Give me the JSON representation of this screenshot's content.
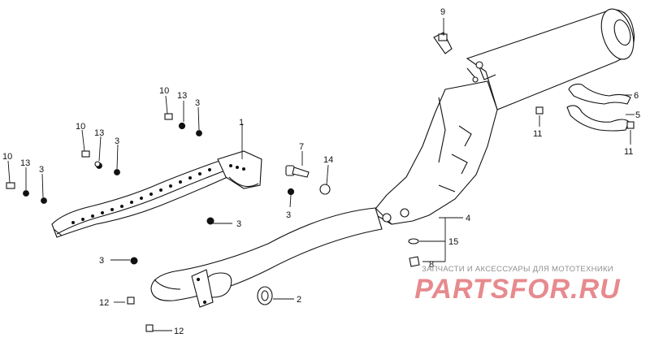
{
  "callouts": {
    "c1": "1",
    "c2": "2",
    "c3a": "3",
    "c3b": "3",
    "c3c": "3",
    "c3d": "3",
    "c3e": "3",
    "c3f": "3",
    "c4": "4",
    "c5": "5",
    "c6": "6",
    "c7": "7",
    "c8": "8",
    "c9": "9",
    "c10a": "10",
    "c10b": "10",
    "c10c": "10",
    "c11a": "11",
    "c11b": "11",
    "c12a": "12",
    "c12b": "12",
    "c13a": "13",
    "c13b": "13",
    "c13c": "13",
    "c14": "14",
    "c15": "15"
  },
  "watermark": {
    "tagline": "ЗАПЧАСТИ И АКСЕССУАРЫ ДЛЯ МОТОТЕХНИКИ",
    "logo": "PARTSFOR.RU"
  },
  "colors": {
    "ink": "#111111",
    "logo": "#e78a8e",
    "tagline": "#8f8f8f"
  }
}
